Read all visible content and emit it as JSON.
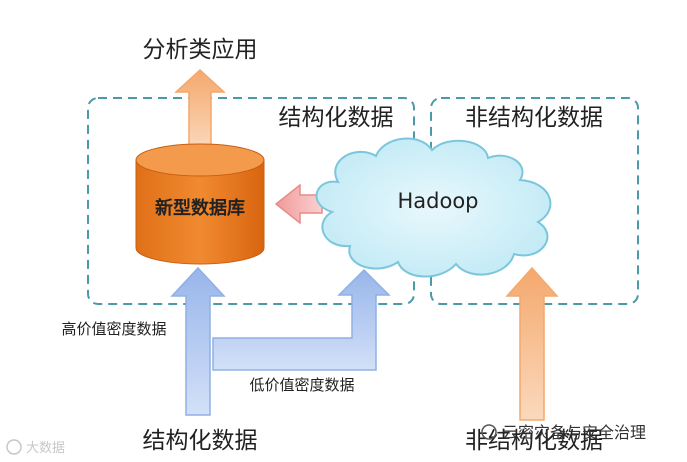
{
  "labels": {
    "analysis_app": "分析类应用",
    "structured_data_region": "结构化数据",
    "unstructured_data_region": "非结构化数据",
    "database": "新型数据库",
    "hadoop": "Hadoop",
    "high_value_density": "高价值密度数据",
    "low_value_density": "低价值密度数据",
    "bottom_structured": "结构化数据",
    "bottom_unstructured": "非结构化数据",
    "watermark_left": "大数据",
    "watermark_right": "云密灾备与安全治理"
  },
  "colors": {
    "dashed_border": "#4a9aa8",
    "database_fill": "#e8761f",
    "cloud_fill": "#cfeff8",
    "cloud_stroke": "#7cc6dc",
    "orange_arrow": "#f7b98a",
    "blue_arrow": "#a9c2ee",
    "pink_arrow": "#f3a8a8"
  }
}
